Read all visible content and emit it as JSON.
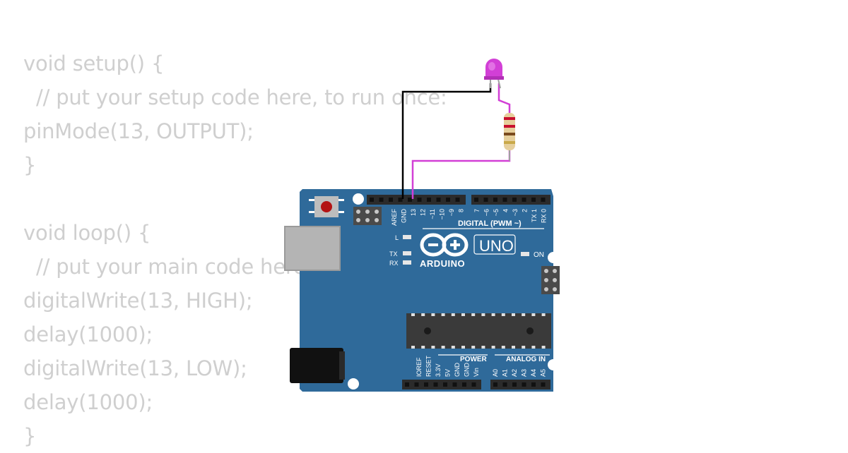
{
  "code": {
    "lines": [
      "void setup() {",
      "  // put your setup code here, to run once:",
      "pinMode(13, OUTPUT);",
      "}",
      "",
      "void loop() {",
      "  // put your main code here, to run repeatedly:",
      "digitalWrite(13, HIGH);",
      "delay(1000);",
      "digitalWrite(13, LOW);",
      "delay(1000);",
      "}"
    ]
  },
  "board": {
    "brand": "ARDUINO",
    "model": "UNO",
    "digital_header": "DIGITAL (PWM ~)",
    "power_header": "POWER",
    "analog_header": "ANALOG IN",
    "on_label": "ON",
    "l_label": "L",
    "tx_label": "TX",
    "rx_label": "RX",
    "digital_pins": [
      "AREF",
      "GND",
      "13",
      "12",
      "~11",
      "~10",
      "~9",
      "8",
      "7",
      "~6",
      "~5",
      "4",
      "~3",
      "2",
      "TX 1",
      "RX 0"
    ],
    "power_pins": [
      "IOREF",
      "RESET",
      "3.3V",
      "5V",
      "GND",
      "GND",
      "Vin"
    ],
    "analog_pins": [
      "A0",
      "A1",
      "A2",
      "A3",
      "A4",
      "A5"
    ]
  },
  "colors": {
    "code_text": "#cfcfcf",
    "board": "#2f6a9a",
    "led": "#d23fd6",
    "wire_led": "#d23fd6",
    "wire_gnd": "#000000"
  }
}
